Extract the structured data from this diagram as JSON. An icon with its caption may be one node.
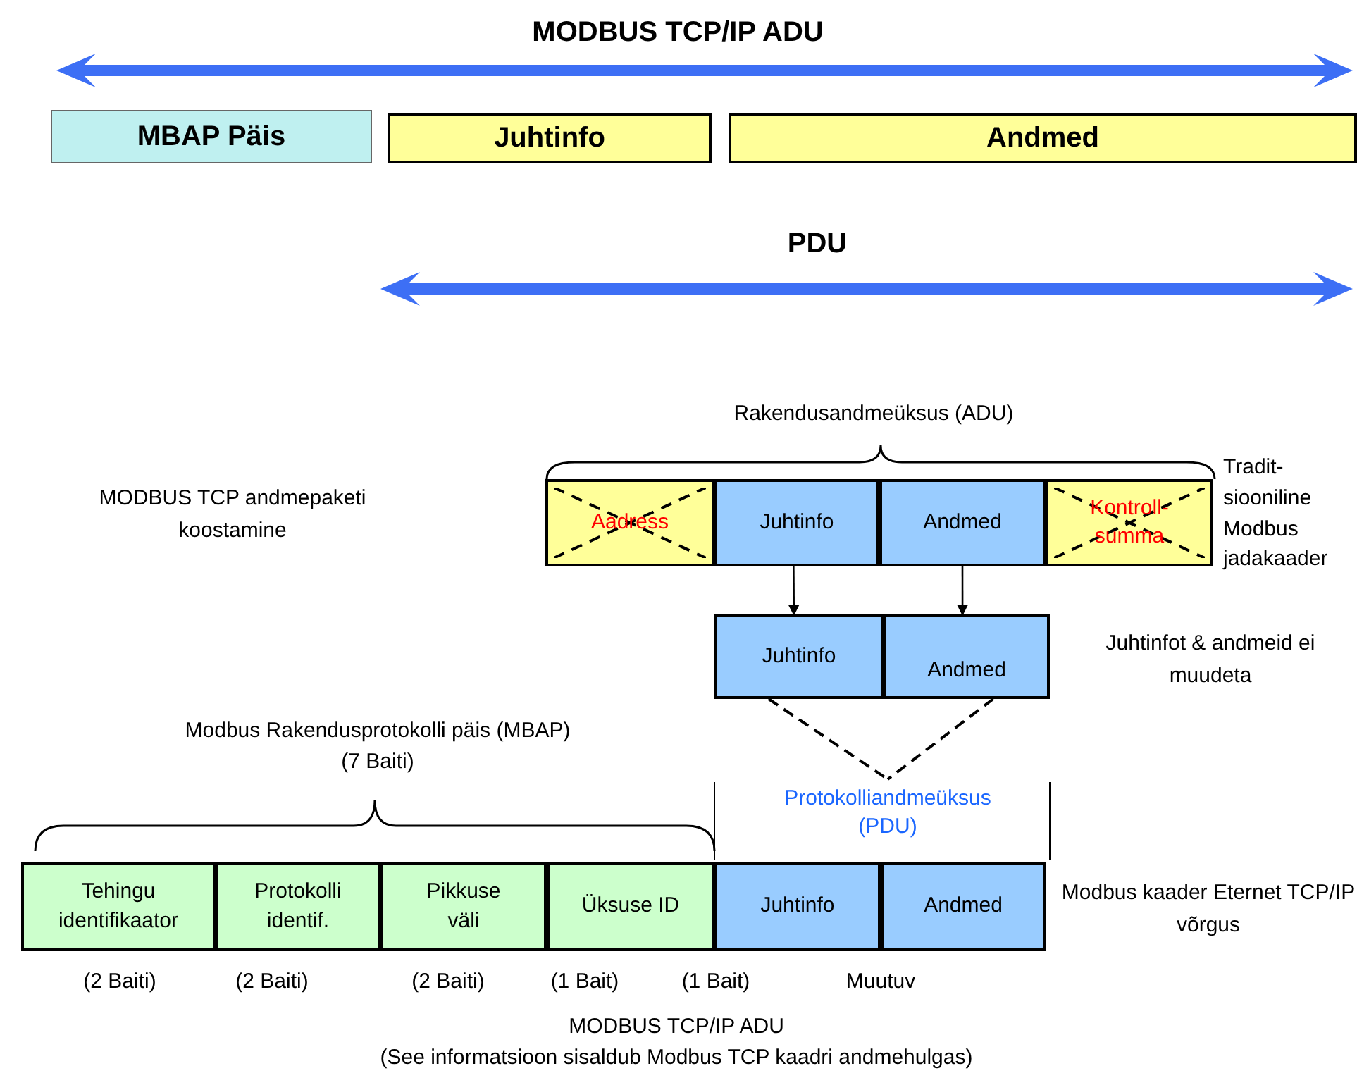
{
  "diagram": {
    "nodes": [
      {
        "text": [
          "MBAP Päis"
        ]
      },
      {
        "text": [
          "Juhtinfo"
        ]
      },
      {
        "text": [
          "Andmed"
        ]
      },
      {
        "text": [
          "Aadress"
        ]
      },
      {
        "text": [
          "Juhtinfo"
        ]
      },
      {
        "text": [
          "Andmed"
        ]
      },
      {
        "text": [
          "Kontroll- summa"
        ]
      },
      {
        "text": [
          "Juhtinfo"
        ]
      },
      {
        "text": [
          "Andmed"
        ]
      },
      {
        "text": [
          "Protokolliandmeüksus (PDU)"
        ]
      },
      {
        "text": [
          "Tehingu identifikaator"
        ]
      },
      {
        "text": [
          "Protokolli identif."
        ]
      },
      {
        "text": [
          "Pikkuse väli"
        ]
      },
      {
        "text": [
          "Üksuse ID"
        ]
      },
      {
        "text": [
          "Juhtinfo"
        ]
      },
      {
        "text": [
          "Andmed"
        ]
      }
    ],
    "edges": [
      {
        "from": 4,
        "to": 7,
        "arrow": "to"
      },
      {
        "from": 5,
        "to": 8,
        "arrow": "to"
      },
      {
        "from": 7,
        "to": 9,
        "arrow": "none",
        "style": "dashed"
      },
      {
        "from": 8,
        "to": 9,
        "arrow": "none",
        "style": "dashed"
      }
    ],
    "labels": [
      "MODBUS TCP/IP ADU",
      "PDU",
      "Rakendusandmeüksus (ADU)",
      "MODBUS TCP andmepaketi koostamine",
      "Tradit- siooniline Modbus jadakaader",
      "Juhtinfot & andmeid ei muudeta",
      "Modbus Rakendusprotokolli päis (MBAP)",
      "(7 Baiti)",
      "Modbus kaader Eternet TCP/IP võrgus",
      "(2 Baiti)",
      "(2 Baiti)",
      "(2 Baiti)",
      "(1 Bait)",
      "(1 Bait)",
      "Muutuv",
      "MODBUS TCP/IP ADU",
      "(See informatsioon sisaldub Modbus TCP kaadri andmehulgas)"
    ]
  }
}
